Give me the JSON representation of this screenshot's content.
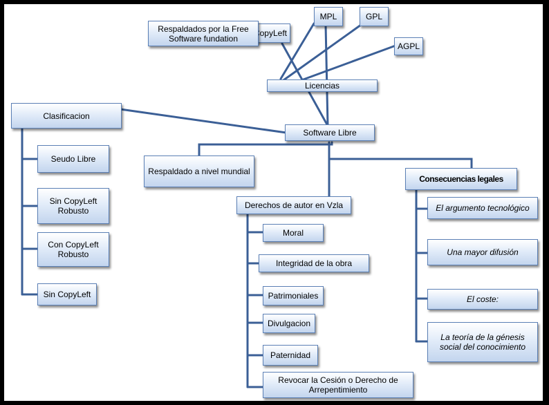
{
  "nodes": {
    "respaldados_fsf": "Respaldados por la Free Software fundation",
    "copyleft": "CopyLeft",
    "mpl": "MPL",
    "gpl": "GPL",
    "agpl": "AGPL",
    "licencias": "Licencias",
    "clasificacion": "Clasificacion",
    "software_libre": "Software Libre",
    "seudo_libre": "Seudo Libre",
    "sin_copyleft_robusto": "Sin CopyLeft Robusto",
    "con_copyleft_robusto": "Con CopyLeft Robusto",
    "sin_copyleft": "Sin CopyLeft",
    "respaldado_mundial": "Respaldado a nivel mundial",
    "derechos_autor": "Derechos de autor en Vzla",
    "consecuencias": "Consecuencias legales",
    "moral": "Moral",
    "integridad": "Integridad de la obra",
    "patrimoniales": "Patrimoniales",
    "divulgacion": "Divulgacion",
    "paternidad": "Paternidad",
    "revocar": "Revocar la Cesión o Derecho de Arrepentimiento",
    "argumento": "El argumento tecnológico",
    "difusion": "Una mayor difusión",
    "coste": "El coste:",
    "teoria": "La teoría de la génesis social del conocimiento"
  },
  "colors": {
    "frame": "#000000",
    "connector": "#3b5f96",
    "node_border": "#5a7fb5",
    "node_fill_top": "#ffffff",
    "node_fill_bottom": "#c3d5ee"
  }
}
